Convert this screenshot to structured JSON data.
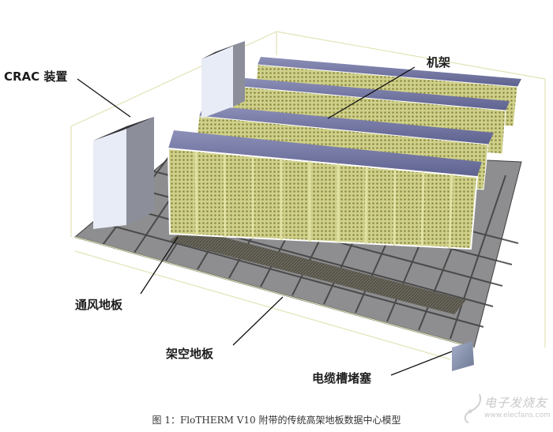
{
  "figure": {
    "caption": "图 1：FloTHERM V10 附带的传统高架地板数据中心模型",
    "labels": {
      "crac": "CRAC 装置",
      "rack": "机架",
      "vent_floor": "通风地板",
      "raised_floor": "架空地板",
      "cable_plug": "电缆槽堵塞"
    },
    "watermark": {
      "brand": "电子发烧友",
      "url": "www.elecfans.com"
    },
    "colors": {
      "rack_front": "#cfd08a",
      "rack_mesh": "#9c9a4c",
      "rack_top": "#6f73a0",
      "floor_tile": "#8e8e90",
      "vent_tile": "#5c5a50",
      "room_outline": "#e3e3b8",
      "crac_body": "#e8ecf6",
      "crac_side": "#8c8e9a"
    }
  }
}
